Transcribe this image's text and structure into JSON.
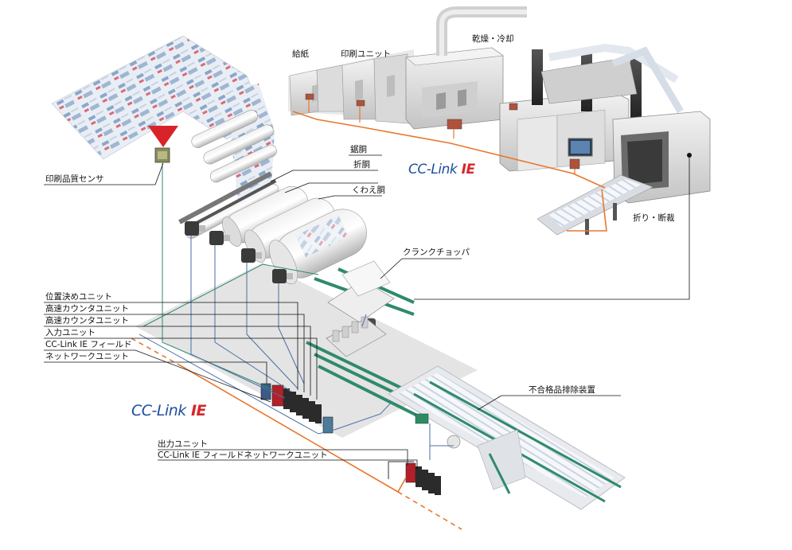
{
  "labels": {
    "feed": "給紙",
    "print_unit": "印刷ユニット",
    "dry_cool": "乾燥・冷却",
    "saw_cylinder": "鋸胴",
    "fold_cylinder": "折胴",
    "gripper_cylinder": "くわえ胴",
    "print_quality_sensor": "印刷品質センサ",
    "fold_cut": "折り・断裁",
    "crank_chopper": "クランクチョッパ",
    "positioning_unit": "位置決めユニット",
    "high_speed_counter_1": "高速カウンタユニット",
    "high_speed_counter_2": "高速カウンタユニット",
    "input_unit": "入力ユニット",
    "cclink_field_1": "CC-Link IE フィールド",
    "network_unit": "ネットワークユニット",
    "reject_device": "不合格品排除装置",
    "output_unit": "出力ユニット",
    "cclink_field_network_unit": "CC-Link IE フィールドネットワークユニット"
  },
  "logos": {
    "top": {
      "cc": "CC-Link",
      "ie": "IE"
    },
    "bottom": {
      "cc": "CC-Link",
      "ie": "IE"
    }
  },
  "colors": {
    "network_orange": "#e8772e",
    "network_green": "#2f8a6a",
    "signal_blue": "#4a6fa5",
    "sensor_red": "#d8232a",
    "logo_blue": "#1f4fa0",
    "logo_red": "#d6262c"
  }
}
